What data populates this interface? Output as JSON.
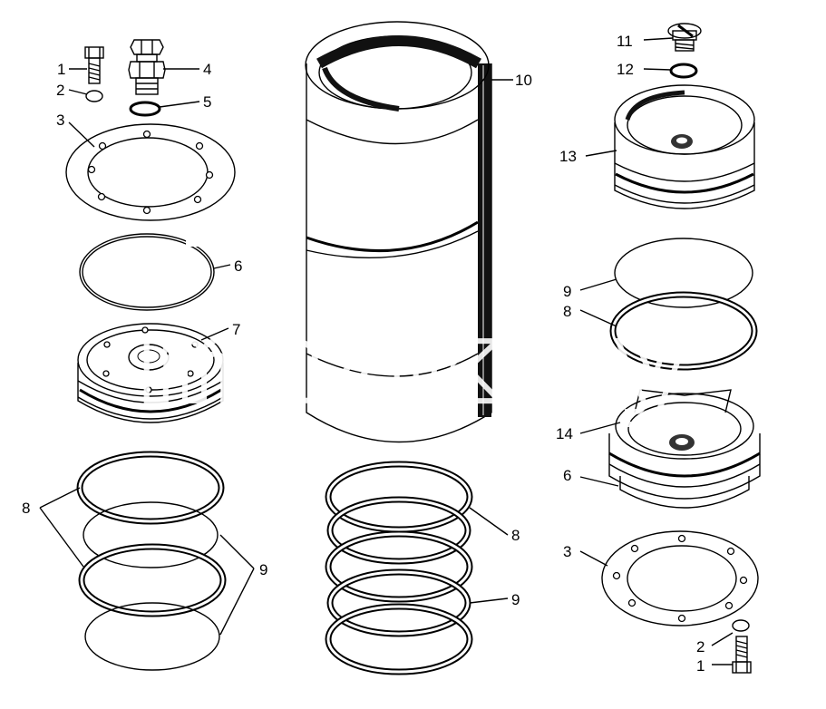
{
  "watermark": "mazik.by",
  "labels": {
    "l1a": "1",
    "l2a": "2",
    "l3a": "3",
    "l4": "4",
    "l5": "5",
    "l6a": "6",
    "l7": "7",
    "l8a": "8",
    "l9a": "9",
    "l10": "10",
    "l8b": "8",
    "l9b": "9",
    "l11": "11",
    "l12": "12",
    "l13": "13",
    "l9c": "9",
    "l8c": "8",
    "l14": "14",
    "l6b": "6",
    "l3b": "3",
    "l2b": "2",
    "l1b": "1"
  },
  "colors": {
    "line": "#000000",
    "background": "#ffffff"
  }
}
